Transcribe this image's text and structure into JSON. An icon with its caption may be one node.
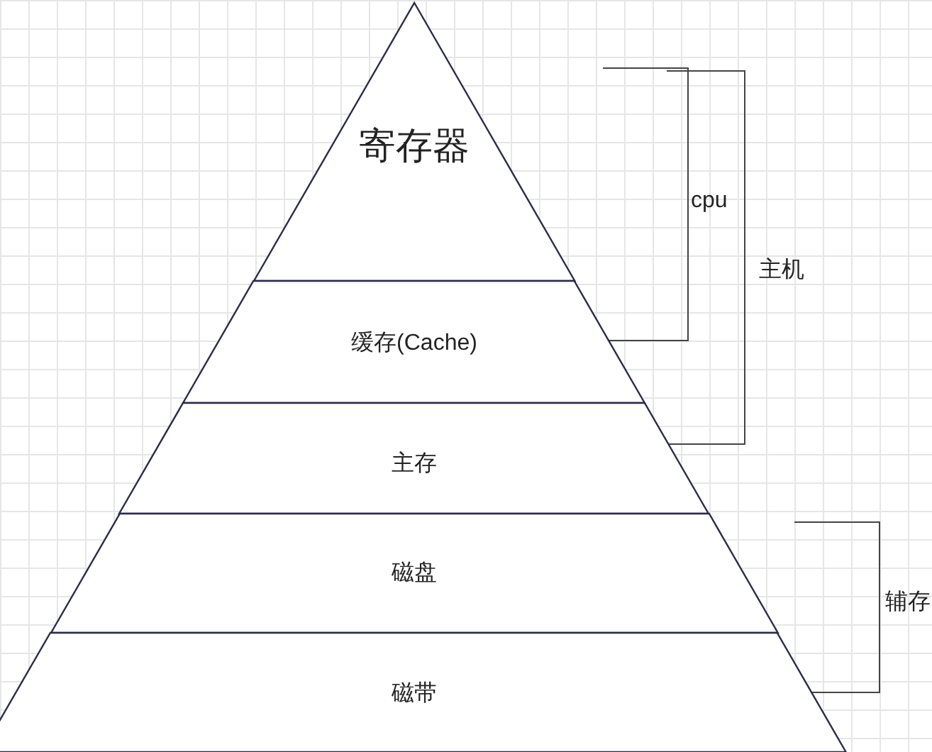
{
  "diagram": {
    "nodes": [
      {
        "text": [
          "寄存器"
        ]
      },
      {
        "text": [
          "缓存(Cache)"
        ]
      },
      {
        "text": [
          "主存"
        ]
      },
      {
        "text": [
          "磁盘"
        ]
      },
      {
        "text": [
          "磁带"
        ]
      }
    ],
    "labels": [
      "cpu",
      "主机",
      "辅存"
    ]
  }
}
